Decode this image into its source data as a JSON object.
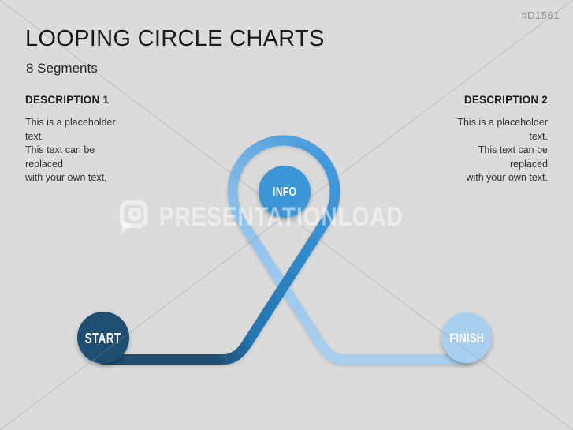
{
  "slide": {
    "product_code": "#D1561",
    "title": "LOOPING CIRCLE CHARTS",
    "subtitle": "8 Segments",
    "watermark": {
      "brand": "PRESENTATIONLOAD"
    },
    "descriptions": [
      {
        "heading": "DESCRIPTION 1",
        "align": "left",
        "lines": [
          "This is a placeholder",
          "text.",
          "This text can be",
          "replaced",
          "with your own text."
        ]
      },
      {
        "heading": "DESCRIPTION 2",
        "align": "right",
        "lines": [
          "This is a placeholder",
          "text.",
          "This text can be",
          "replaced",
          "with your own text."
        ]
      }
    ],
    "diagram": {
      "type": "looping-circle-path",
      "nodes": [
        {
          "label": "START",
          "color": "#1F4E73"
        },
        {
          "label": "INFO",
          "color": "#3B96D8"
        },
        {
          "label": "FINISH",
          "color": "#A9CFEF"
        }
      ],
      "colors": {
        "background": "#DBDBDB",
        "path_dark": "#1E4D72",
        "path_mid": "#3A94D7",
        "path_light": "#A9CFEF",
        "title_text": "#1B1B1B",
        "code_text": "#8F8F8F"
      }
    }
  }
}
